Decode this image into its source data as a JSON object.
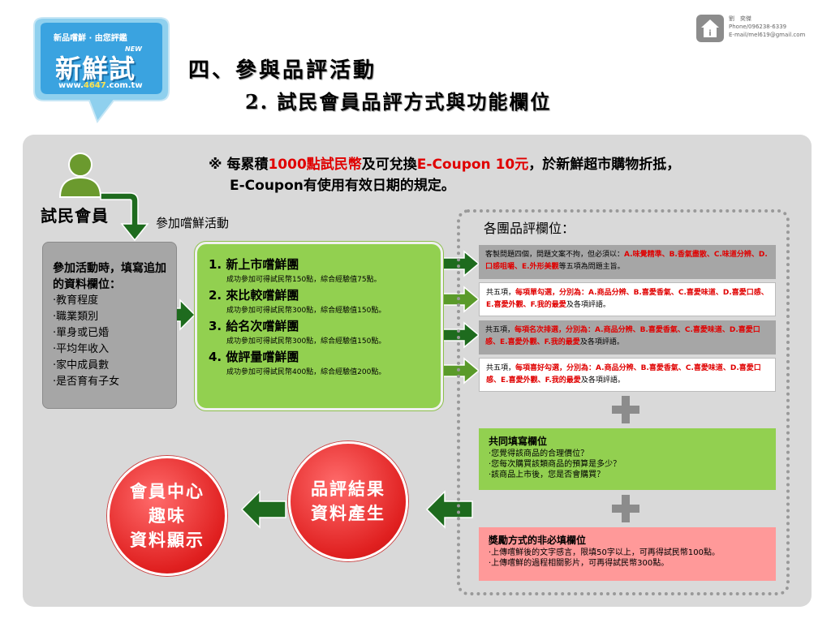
{
  "logo": {
    "slogan": "新品嚐鮮 · 由您評鑑",
    "new_badge": "NEW",
    "brand": "新鮮試",
    "url_prefix": "www.",
    "url_highlight": "4647",
    "url_suffix": ".com.tw"
  },
  "header": {
    "title": "四、參與品評活動",
    "subtitle_number": "2.",
    "subtitle_text": " 試民會員品評方式與功能欄位"
  },
  "contact": {
    "name": "劉　奕傑",
    "phone": "Phone/096238-6339",
    "email": "E-mail/mel619@gmail.com"
  },
  "note": {
    "mark": "※ ",
    "p1": "每累積",
    "red1": "1000點試民幣",
    "p2": "及可兌換",
    "red2": "E-Coupon 10元",
    "p3": "，於新鮮超市購物折抵，",
    "line2": "E-Coupon有使用有效日期的規定。"
  },
  "member_label": "試民會員",
  "join_label": "參加嚐鮮活動",
  "fields_box": {
    "heading": "參加活動時，填寫追加的資料欄位：",
    "items": [
      "‧教育程度",
      "‧職業類別",
      "‧單身或已婚",
      "‧平均年收入",
      "‧家中成員數",
      "‧是否育有子女"
    ]
  },
  "groups": [
    {
      "name": "1. 新上市嚐鮮團",
      "desc": "成功參加可得試民幣150點，綜合經驗值75點。"
    },
    {
      "name": "2. 來比較嚐鮮團",
      "desc": "成功參加可得試民幣300點，綜合經驗值150點。"
    },
    {
      "name": "3. 給名次嚐鮮團",
      "desc": "成功參加可得試民幣300點，綜合經驗值150點。"
    },
    {
      "name": "4. 做評量嚐鮮團",
      "desc": "成功參加可得試民幣400點，綜合經驗值200點。"
    }
  ],
  "eval_label": "各團品評欄位：",
  "eval_boxes": [
    {
      "a": "客製問題四個，問題文案不拘，但必須以：",
      "red": "A.味覺精準、B.香氣盡散、C.味道分辨、D.口感咀嚼、E.外形美觀",
      "b": "等五項為問題主旨。"
    },
    {
      "a": "共五項，",
      "red": "每項單勾選，分別為：A.商品分辨、B.喜愛香氣、C.喜愛味道、D.喜愛口感、E.喜愛外觀、F.我的最愛",
      "b": "及各項評語。"
    },
    {
      "a": "共五項，",
      "red": "每項名次排選，分別為：A.商品分辨、B.喜愛香氣、C.喜愛味道、D.喜愛口感、E.喜愛外觀、F.我的最愛",
      "b": "及各項評語。"
    },
    {
      "a": "共五項，",
      "red": "每項喜好勾選，分別為：A.商品分辨、B.喜愛香氣、C.喜愛味道、D.喜愛口感、E.喜愛外觀、F.我的最愛",
      "b": "及各項評語。"
    }
  ],
  "common_fields": {
    "heading": "共同填寫欄位",
    "items": [
      "‧您覺得該商品的合理價位？",
      "‧您每次購買該類商品的預算是多少？",
      "‧該商品上市後，您是否會購買？"
    ]
  },
  "reward_fields": {
    "heading": "獎勵方式的非必填欄位",
    "items": [
      "‧上傳嚐鮮後的文字感言，限填50字以上，可再得試民幣100點。",
      "‧上傳嚐鮮的過程相關影片，可再得試民幣300點。"
    ]
  },
  "circles": {
    "left": [
      "會員中心",
      "趣味",
      "資料顯示"
    ],
    "right": [
      "品評結果",
      "資料產生"
    ]
  },
  "colors": {
    "green": "#92d050",
    "dark_green": "#1e6b1e",
    "red": "#e00000",
    "gray_box": "#a6a6a6",
    "pink": "#ff9999",
    "logo_blue": "#1a8fd8"
  }
}
